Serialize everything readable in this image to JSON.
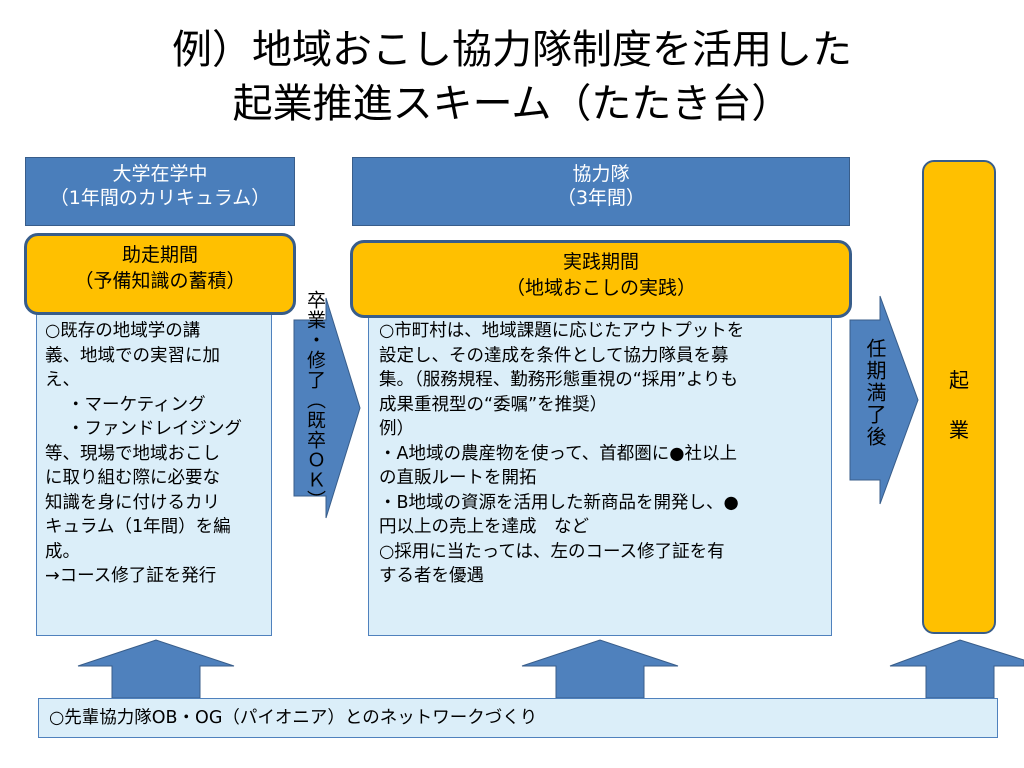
{
  "title": {
    "line1": "例）地域おこし協力隊制度を活用した",
    "line2": "起業推進スキーム（たたき台）"
  },
  "left": {
    "header_line1": "大学在学中",
    "header_line2": "（1年間のカリキュラム）",
    "phase_line1": "助走期間",
    "phase_line2": "（予備知識の蓄積）",
    "body": [
      "○既存の地域学の講",
      "義、地域での実習に加",
      "え、",
      "・マーケティング",
      "・ファンドレイジング",
      "等、現場で地域おこし",
      "に取り組む際に必要な",
      "知識を身に付けるカリ",
      "キュラム（1年間）を編",
      "成。",
      "→コース修了証を発行"
    ]
  },
  "arrow1_label": "卒業・修了（既卒ＯＫ）",
  "middle": {
    "header_line1": "協力隊",
    "header_line2": "（3年間）",
    "phase_line1": "実践期間",
    "phase_line2": "（地域おこしの実践）",
    "body": [
      "○市町村は、地域課題に応じたアウトプットを",
      "設定し、その達成を条件として協力隊員を募",
      "集。（服務規程、勤務形態重視の“採用”よりも",
      "成果重視型の“委嘱”を推奨）",
      "例）",
      "・A地域の農産物を使って、首都圏に●社以上",
      "の直販ルートを開拓",
      "・B地域の資源を活用した新商品を開発し、●",
      "円以上の売上を達成　など",
      "○採用に当たっては、左のコース修了証を有",
      "する者を優遇"
    ]
  },
  "arrow2_label": "任期満了後",
  "right": {
    "char1": "起",
    "char2": "業"
  },
  "network_text": "○先輩協力隊OB・OG（パイオニア）とのネットワークづくり",
  "colors": {
    "header_blue": "#4a7ebb",
    "phase_yellow": "#ffc000",
    "body_light_blue": "#dbeef9",
    "border_blue": "#385d8a",
    "arrow_blue": "#4f81bd"
  }
}
